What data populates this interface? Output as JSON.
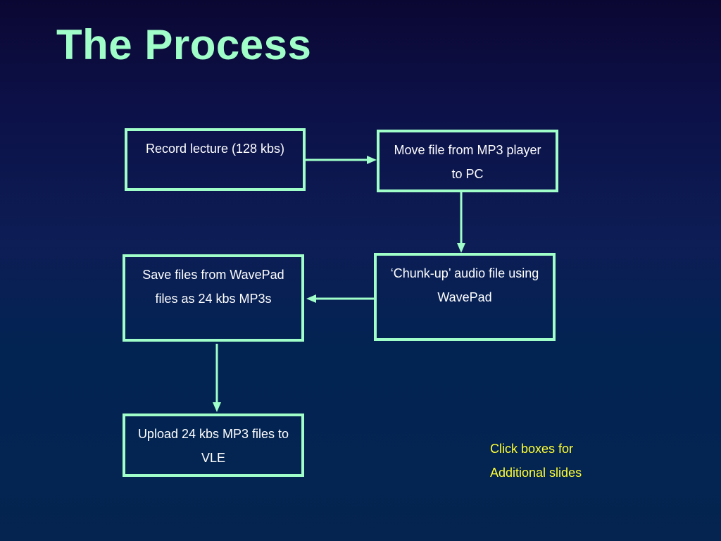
{
  "slide": {
    "title": "The Process"
  },
  "steps": [
    {
      "label": "Record lecture (128 kbs)"
    },
    {
      "label": "Move file from MP3 player to PC"
    },
    {
      "label": "‘Chunk-up’ audio file using WavePad"
    },
    {
      "label": "Save files from WavePad files as 24 kbs MP3s"
    },
    {
      "label": "Upload 24 kbs MP3 files to VLE"
    }
  ],
  "note": {
    "line1": "Click boxes for",
    "line2": "Additional slides"
  },
  "colors": {
    "accent": "#a0ffc8",
    "note": "#ffff33",
    "text": "#ffffff",
    "background_top": "#0b0733",
    "background_bottom": "#052450"
  }
}
